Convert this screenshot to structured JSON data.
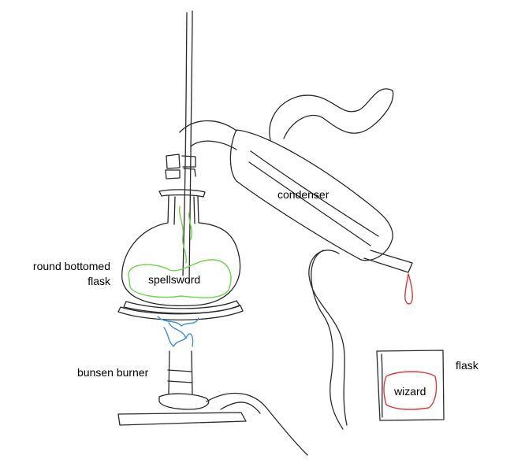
{
  "labels": {
    "condenser": "condenser",
    "round_bottomed_flask": [
      "round bottomed",
      "flask"
    ],
    "flask_contents": "spellsword",
    "bunsen_burner": "bunsen burner",
    "receiving_flask": "flask",
    "receiving_flask_contents": "wizard"
  },
  "colors": {
    "outline": "#2a2a2a",
    "spellsword_liquid": "#6ed44a",
    "flame": "#3d8fd6",
    "wizard_liquid": "#e0383b",
    "drip": "#e0383b"
  }
}
